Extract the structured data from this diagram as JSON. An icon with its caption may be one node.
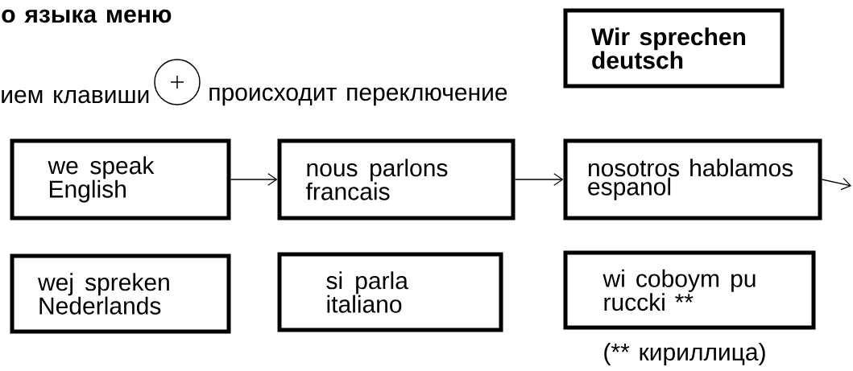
{
  "diagram": {
    "title": "о языка меню",
    "nodes": [
      {
        "text": [
          "Wir sprechen deutsch"
        ]
      },
      {
        "text": [
          "we speak English"
        ]
      },
      {
        "text": [
          "nous parlons francais"
        ]
      },
      {
        "text": [
          "nosotros hablamos espanol"
        ]
      },
      {
        "text": [
          "wej spreken Nederlands"
        ]
      },
      {
        "text": [
          "si parla italiano"
        ]
      },
      {
        "text": [
          "wi coboym pu ruccki **"
        ],
        "beside": [
          "(** кириллица)"
        ]
      }
    ],
    "edges": [
      {
        "from": 1,
        "to": 2,
        "arrow": "to"
      },
      {
        "from": 2,
        "to": 3,
        "arrow": "to"
      },
      {
        "from": 3,
        "to": null,
        "arrow": "to"
      }
    ],
    "labels": [
      "ием клавиши",
      "происходит переключение"
    ]
  }
}
